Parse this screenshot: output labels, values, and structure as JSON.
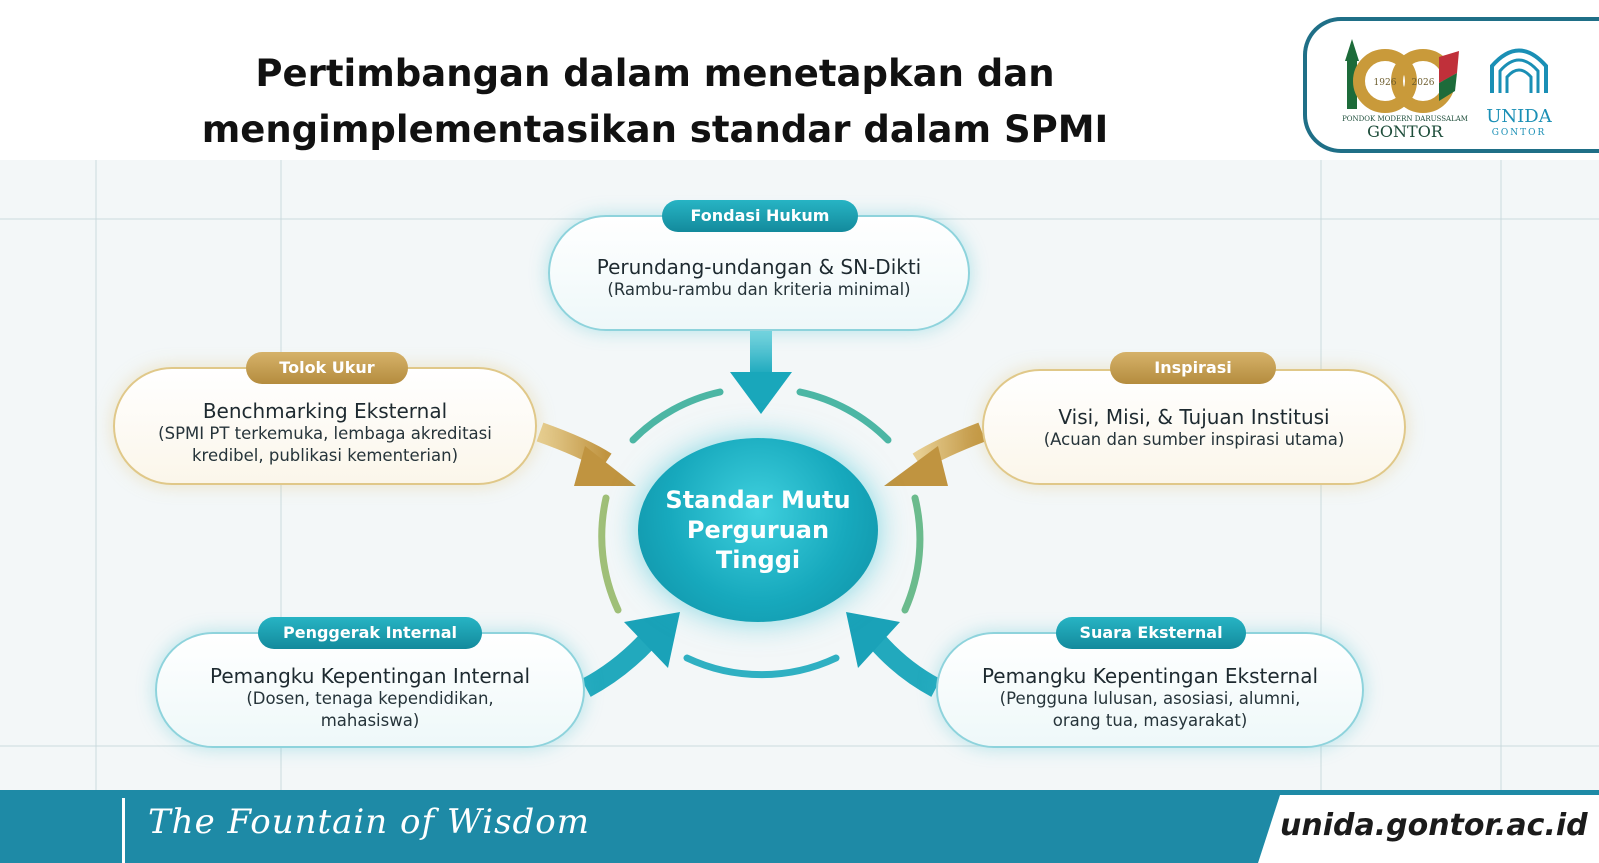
{
  "title": {
    "line1": "Pertimbangan dalam menetapkan dan",
    "line2": "mengimplementasikan standar dalam SPMI"
  },
  "logos": {
    "gontor": {
      "year_start": "1926",
      "year_end": "2026",
      "caption": "PONDOK MODERN DARUSSALAM",
      "name": "GONTOR"
    },
    "unida": {
      "name": "UNIDA",
      "sub": "GONTOR"
    }
  },
  "diagram": {
    "center": "Standar Mutu Perguruan Tinggi",
    "nodes": {
      "top": {
        "tag": "Fondasi Hukum",
        "main": "Perundang-undangan & SN-Dikti",
        "sub": "(Rambu-rambu dan kriteria minimal)"
      },
      "left": {
        "tag": "Tolok Ukur",
        "main": "Benchmarking Eksternal",
        "sub1": "(SPMI PT terkemuka, lembaga akreditasi",
        "sub2": "kredibel, publikasi kementerian)"
      },
      "right": {
        "tag": "Inspirasi",
        "main": "Visi, Misi, & Tujuan Institusi",
        "sub": "(Acuan dan sumber inspirasi utama)"
      },
      "bottom_left": {
        "tag": "Penggerak Internal",
        "main": "Pemangku Kepentingan Internal",
        "sub1": "(Dosen, tenaga kependidikan,",
        "sub2": "mahasiswa)"
      },
      "bottom_right": {
        "tag": "Suara Eksternal",
        "main": "Pemangku Kepentingan Eksternal",
        "sub1": "(Pengguna lulusan, asosiasi, alumni,",
        "sub2": "orang tua, masyarakat)"
      }
    }
  },
  "colors": {
    "teal": "#17a9bd",
    "gold": "#c9a052",
    "footer": "#1e8aa6"
  },
  "footer": {
    "slogan": "The Fountain of Wisdom",
    "url": "unida.gontor.ac.id"
  }
}
